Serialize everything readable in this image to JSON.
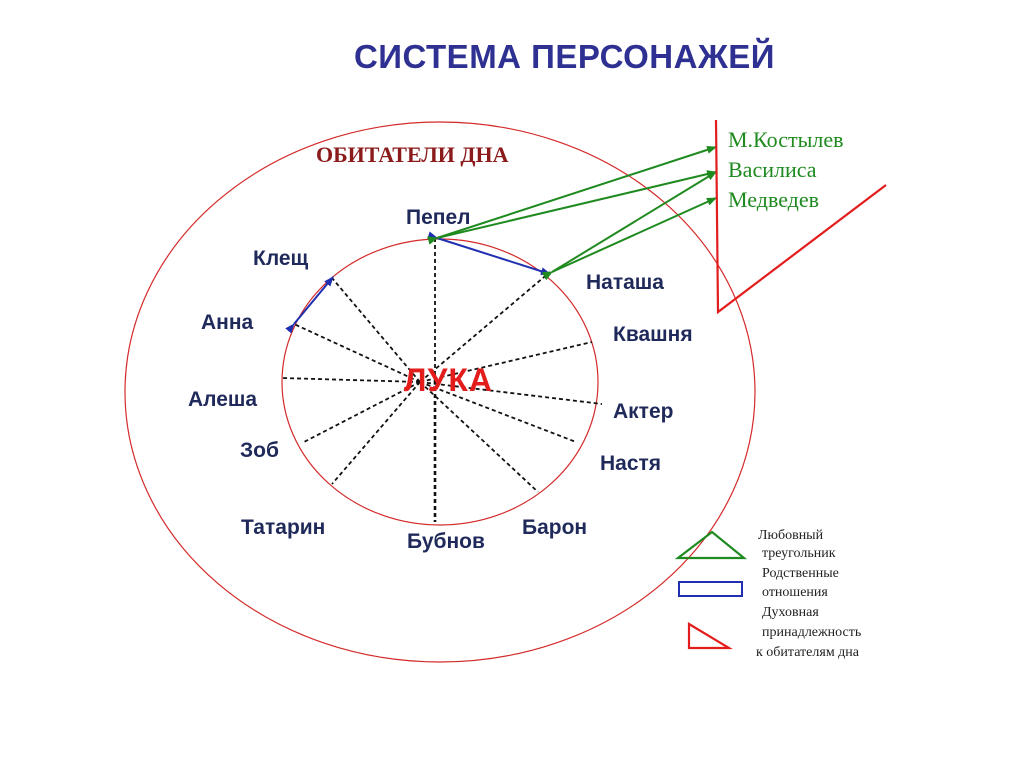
{
  "title": "СИСТЕМА ПЕРСОНАЖЕЙ",
  "outer_label": "ОБИТАТЕЛИ ДНА",
  "center": "ЛУКА",
  "inner_characters": {
    "pepel": "Пепел",
    "natasha": "Наташа",
    "kvashnya": "Квашня",
    "akter": "Актер",
    "nastya": "Настя",
    "baron": "Барон",
    "bubnov": "Бубнов",
    "tatarin": "Татарин",
    "zob": "Зоб",
    "alesha": "Алеша",
    "anna": "Анна",
    "kleshch": "Клещ"
  },
  "outside_characters": [
    "М.Костылев",
    "Василиса",
    "Медведев"
  ],
  "legend": {
    "love": [
      "Любовный",
      "треугольник"
    ],
    "family": [
      "Родственные",
      "отношения"
    ],
    "spiritual": [
      "Духовная",
      "принадлежность",
      "к обитателям дна"
    ]
  },
  "colors": {
    "circle": "#d42a2a",
    "green": "#1f8a1f",
    "blue": "#1f2fb0",
    "red_line": "#e31c1c",
    "title": "#2e3192"
  }
}
